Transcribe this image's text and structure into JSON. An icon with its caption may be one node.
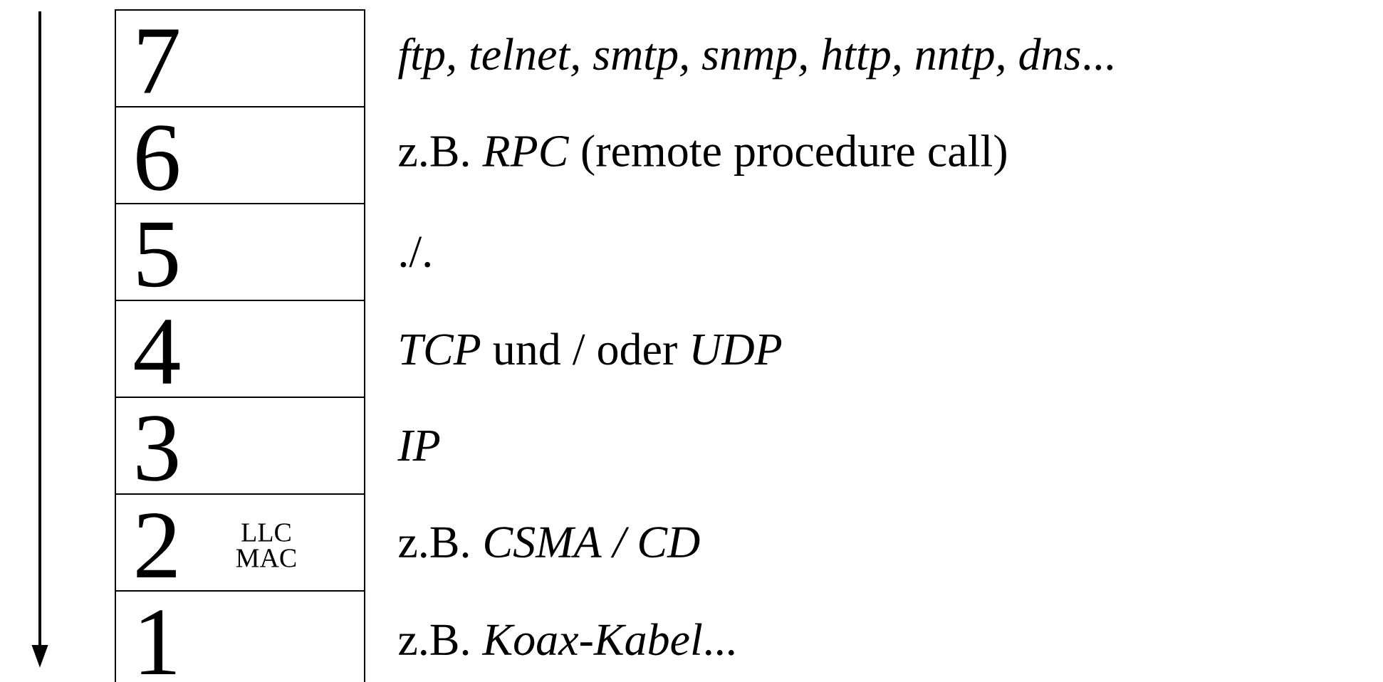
{
  "diagram": {
    "nodes": [
      {
        "text": [
          "7"
        ],
        "beside": [
          "*ftp, telnet, smtp, snmp, http, nntp, dns*..."
        ]
      },
      {
        "text": [
          "6"
        ],
        "beside": [
          "z.B. *RPC* (remote procedure call)"
        ]
      },
      {
        "text": [
          "5"
        ],
        "beside": [
          "./."
        ]
      },
      {
        "text": [
          "4"
        ],
        "beside": [
          "*TCP* und / oder *UDP*"
        ]
      },
      {
        "text": [
          "3"
        ],
        "beside": [
          "*IP*"
        ]
      },
      {
        "text": [
          "2",
          "LLC MAC"
        ],
        "beside": [
          "z.B. *CSMA / CD*"
        ]
      },
      {
        "text": [
          "1"
        ],
        "beside": [
          "z.B. *Koax-Kabel*..."
        ]
      }
    ]
  }
}
